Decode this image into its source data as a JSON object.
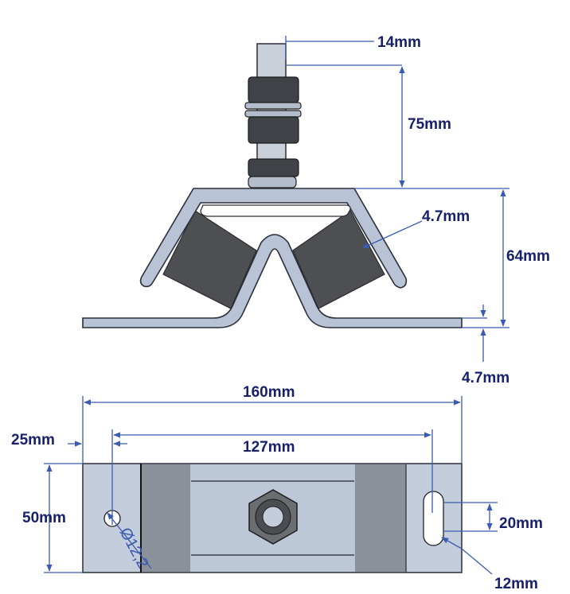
{
  "dimensions": {
    "bolt_diameter": "14mm",
    "bolt_height": "75mm",
    "total_height": "64mm",
    "wall_thickness_upper": "4.7mm",
    "base_thickness": "4.7mm",
    "total_length": "160mm",
    "hole_offset": "25mm",
    "hole_spacing": "127mm",
    "width": "50mm",
    "hole_diameter": "Ø12,2",
    "slot_length": "20mm",
    "slot_width": "12mm"
  },
  "colors": {
    "label": "#17216b",
    "dimension_line": "#3a5bb0",
    "metal": "#b8c4d6",
    "rubber": "#4e4f52"
  }
}
